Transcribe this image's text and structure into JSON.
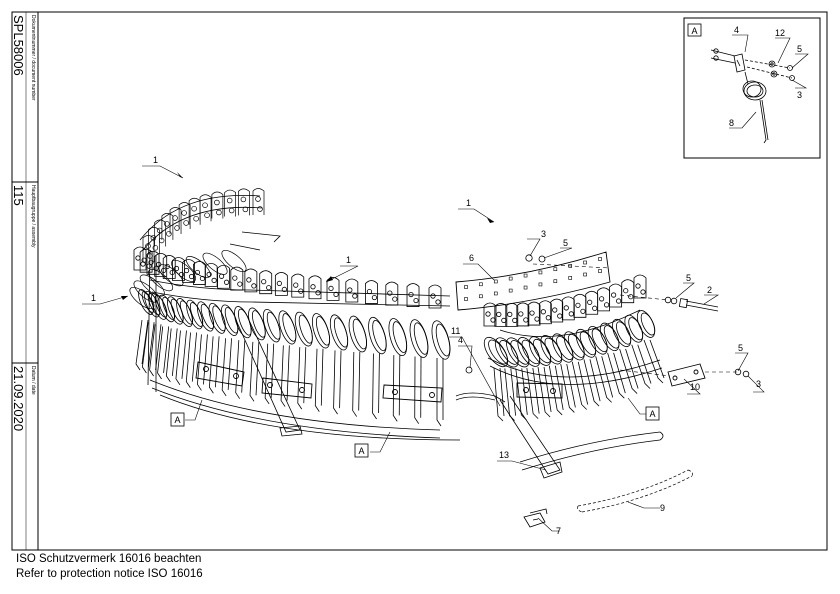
{
  "title_block": {
    "document_label": "Dokumentnummer / document number",
    "document_number": "SPL58006",
    "assembly_label": "Hauptbaugruppe / assembly",
    "assembly_number": "115",
    "date_label": "Datum / date",
    "date": "21.09.2020"
  },
  "detail": {
    "label": "A"
  },
  "callouts": {
    "c1a": "1",
    "c1b": "1",
    "c1c": "1",
    "c1d": "1",
    "c2": "2",
    "c3a": "3",
    "c3b": "3",
    "c3c": "3",
    "c4a": "4",
    "c4b": "4",
    "c5a": "5",
    "c5b": "5",
    "c5c": "5",
    "c5d": "5",
    "c6": "6",
    "c7": "7",
    "c8": "8",
    "c9": "9",
    "c10": "10",
    "c11": "11",
    "c12": "12",
    "c13": "13",
    "refA1": "A",
    "refA2": "A",
    "refA3": "A"
  },
  "footer": {
    "line1": "ISO Schutzvermerk 16016 beachten",
    "line2": "Refer to protection notice ISO 16016"
  }
}
